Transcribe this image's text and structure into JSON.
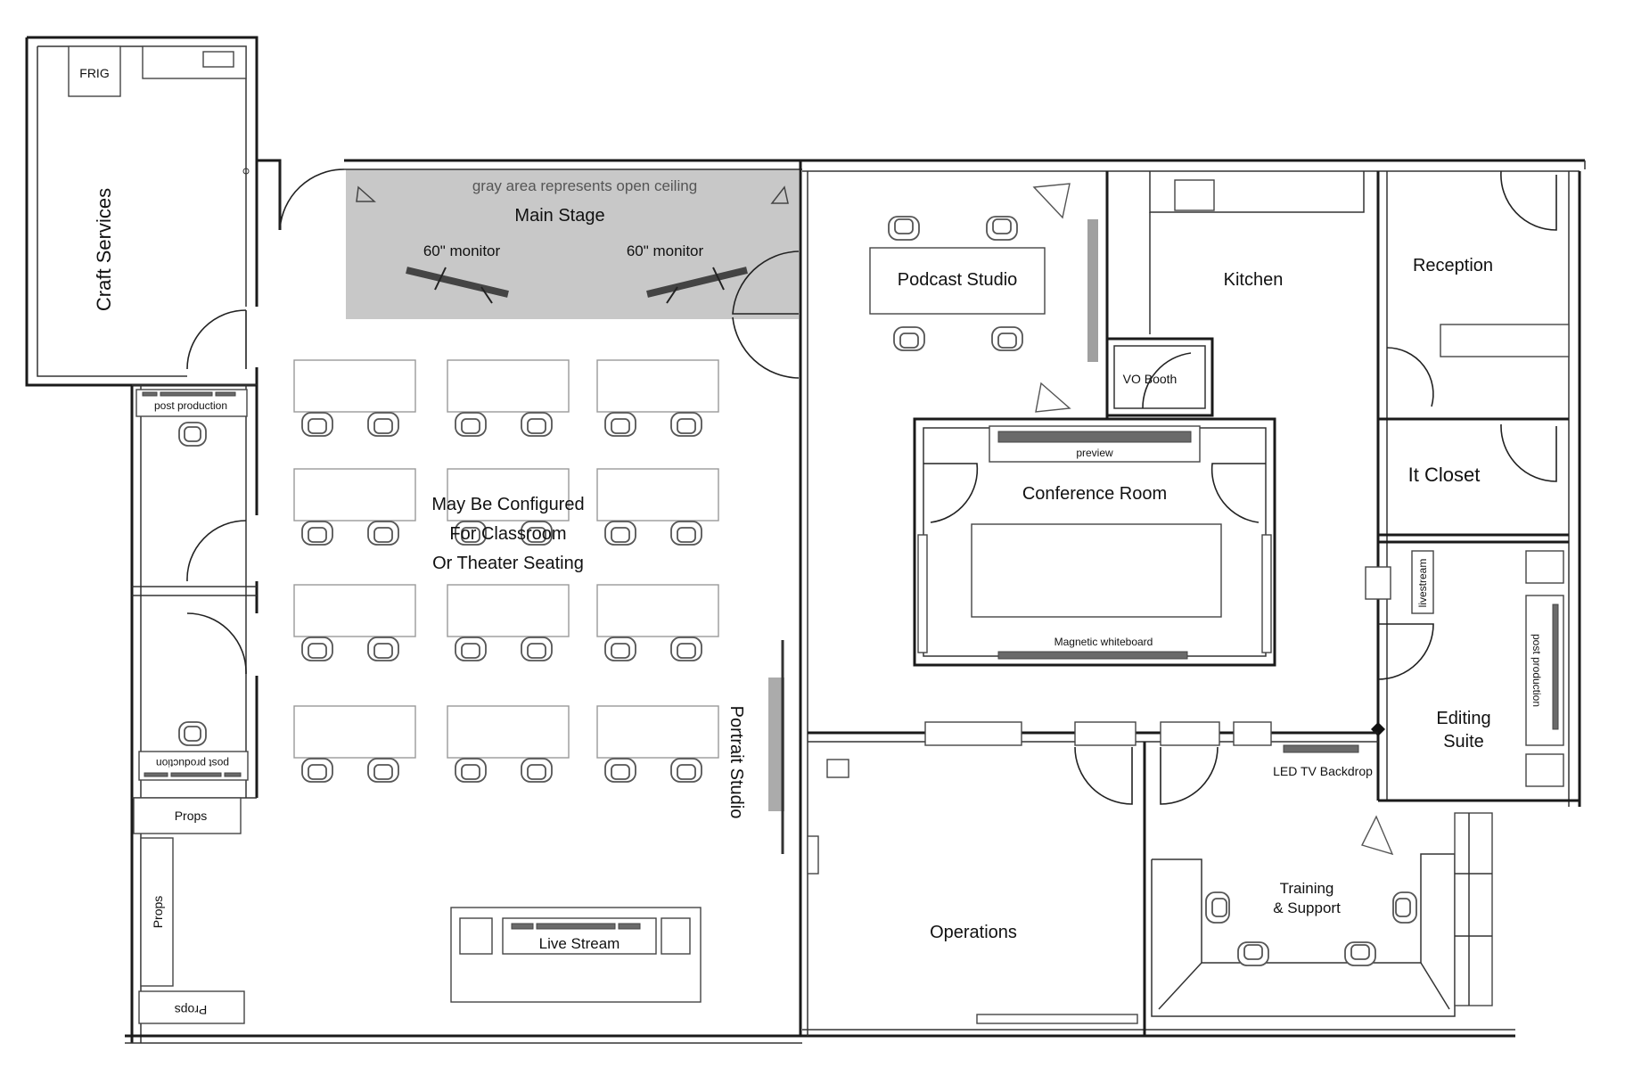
{
  "rooms": {
    "craft_services": "Craft Services",
    "frig": "FRIG",
    "main_stage": "Main Stage",
    "open_ceiling_note": "gray area represents open ceiling",
    "monitor_left": "60\" monitor",
    "monitor_right": "60\" monitor",
    "seating_line1": "May Be Configured",
    "seating_line2": "For Classroom",
    "seating_line3": "Or Theater Seating",
    "portrait_studio": "Portrait Studio",
    "live_stream": "Live Stream",
    "podcast_studio": "Podcast Studio",
    "kitchen": "Kitchen",
    "vo_booth": "VO Booth",
    "reception": "Reception",
    "it_closet": "It Closet",
    "conference_room": "Conference Room",
    "preview": "preview",
    "magnetic_whiteboard": "Magnetic whiteboard",
    "livestream": "livestream",
    "post_production": "post production",
    "editing_line1": "Editing",
    "editing_line2": "Suite",
    "led_tv_backdrop": "LED TV Backdrop",
    "training_line1": "Training",
    "training_line2": "& Support",
    "operations": "Operations",
    "props": "Props"
  },
  "colors": {
    "stage_gray": "#c8c8c8",
    "wall": "#1a1a1a",
    "furniture_bar": "#6a6a6a"
  }
}
